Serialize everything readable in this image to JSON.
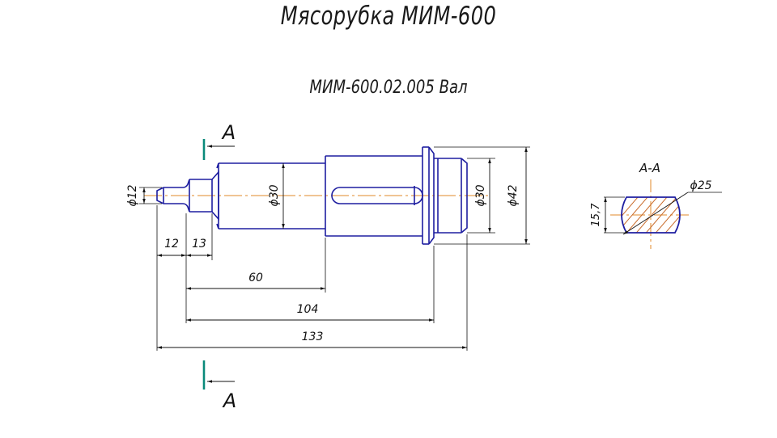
{
  "title": "Мясорубка МИМ-600",
  "subtitle": "МИМ-600.02.005 Вал",
  "section_label_top": "А",
  "section_label_bottom": "А",
  "section_view_label": "А-А",
  "dimensions": {
    "d12": "ϕ12",
    "d30_left": "ϕ30",
    "d30_right": "ϕ30",
    "d42": "ϕ42",
    "len12": "12",
    "len13": "13",
    "len60": "60",
    "len104": "104",
    "len133": "133",
    "d25": "ϕ25",
    "flat157": "15,7"
  },
  "colors": {
    "outline": "#1e1ea0",
    "dim": "#111111",
    "axis": "#e08a2a",
    "section_mark": "#0a8a7a",
    "hatch": "#c86a2a"
  }
}
